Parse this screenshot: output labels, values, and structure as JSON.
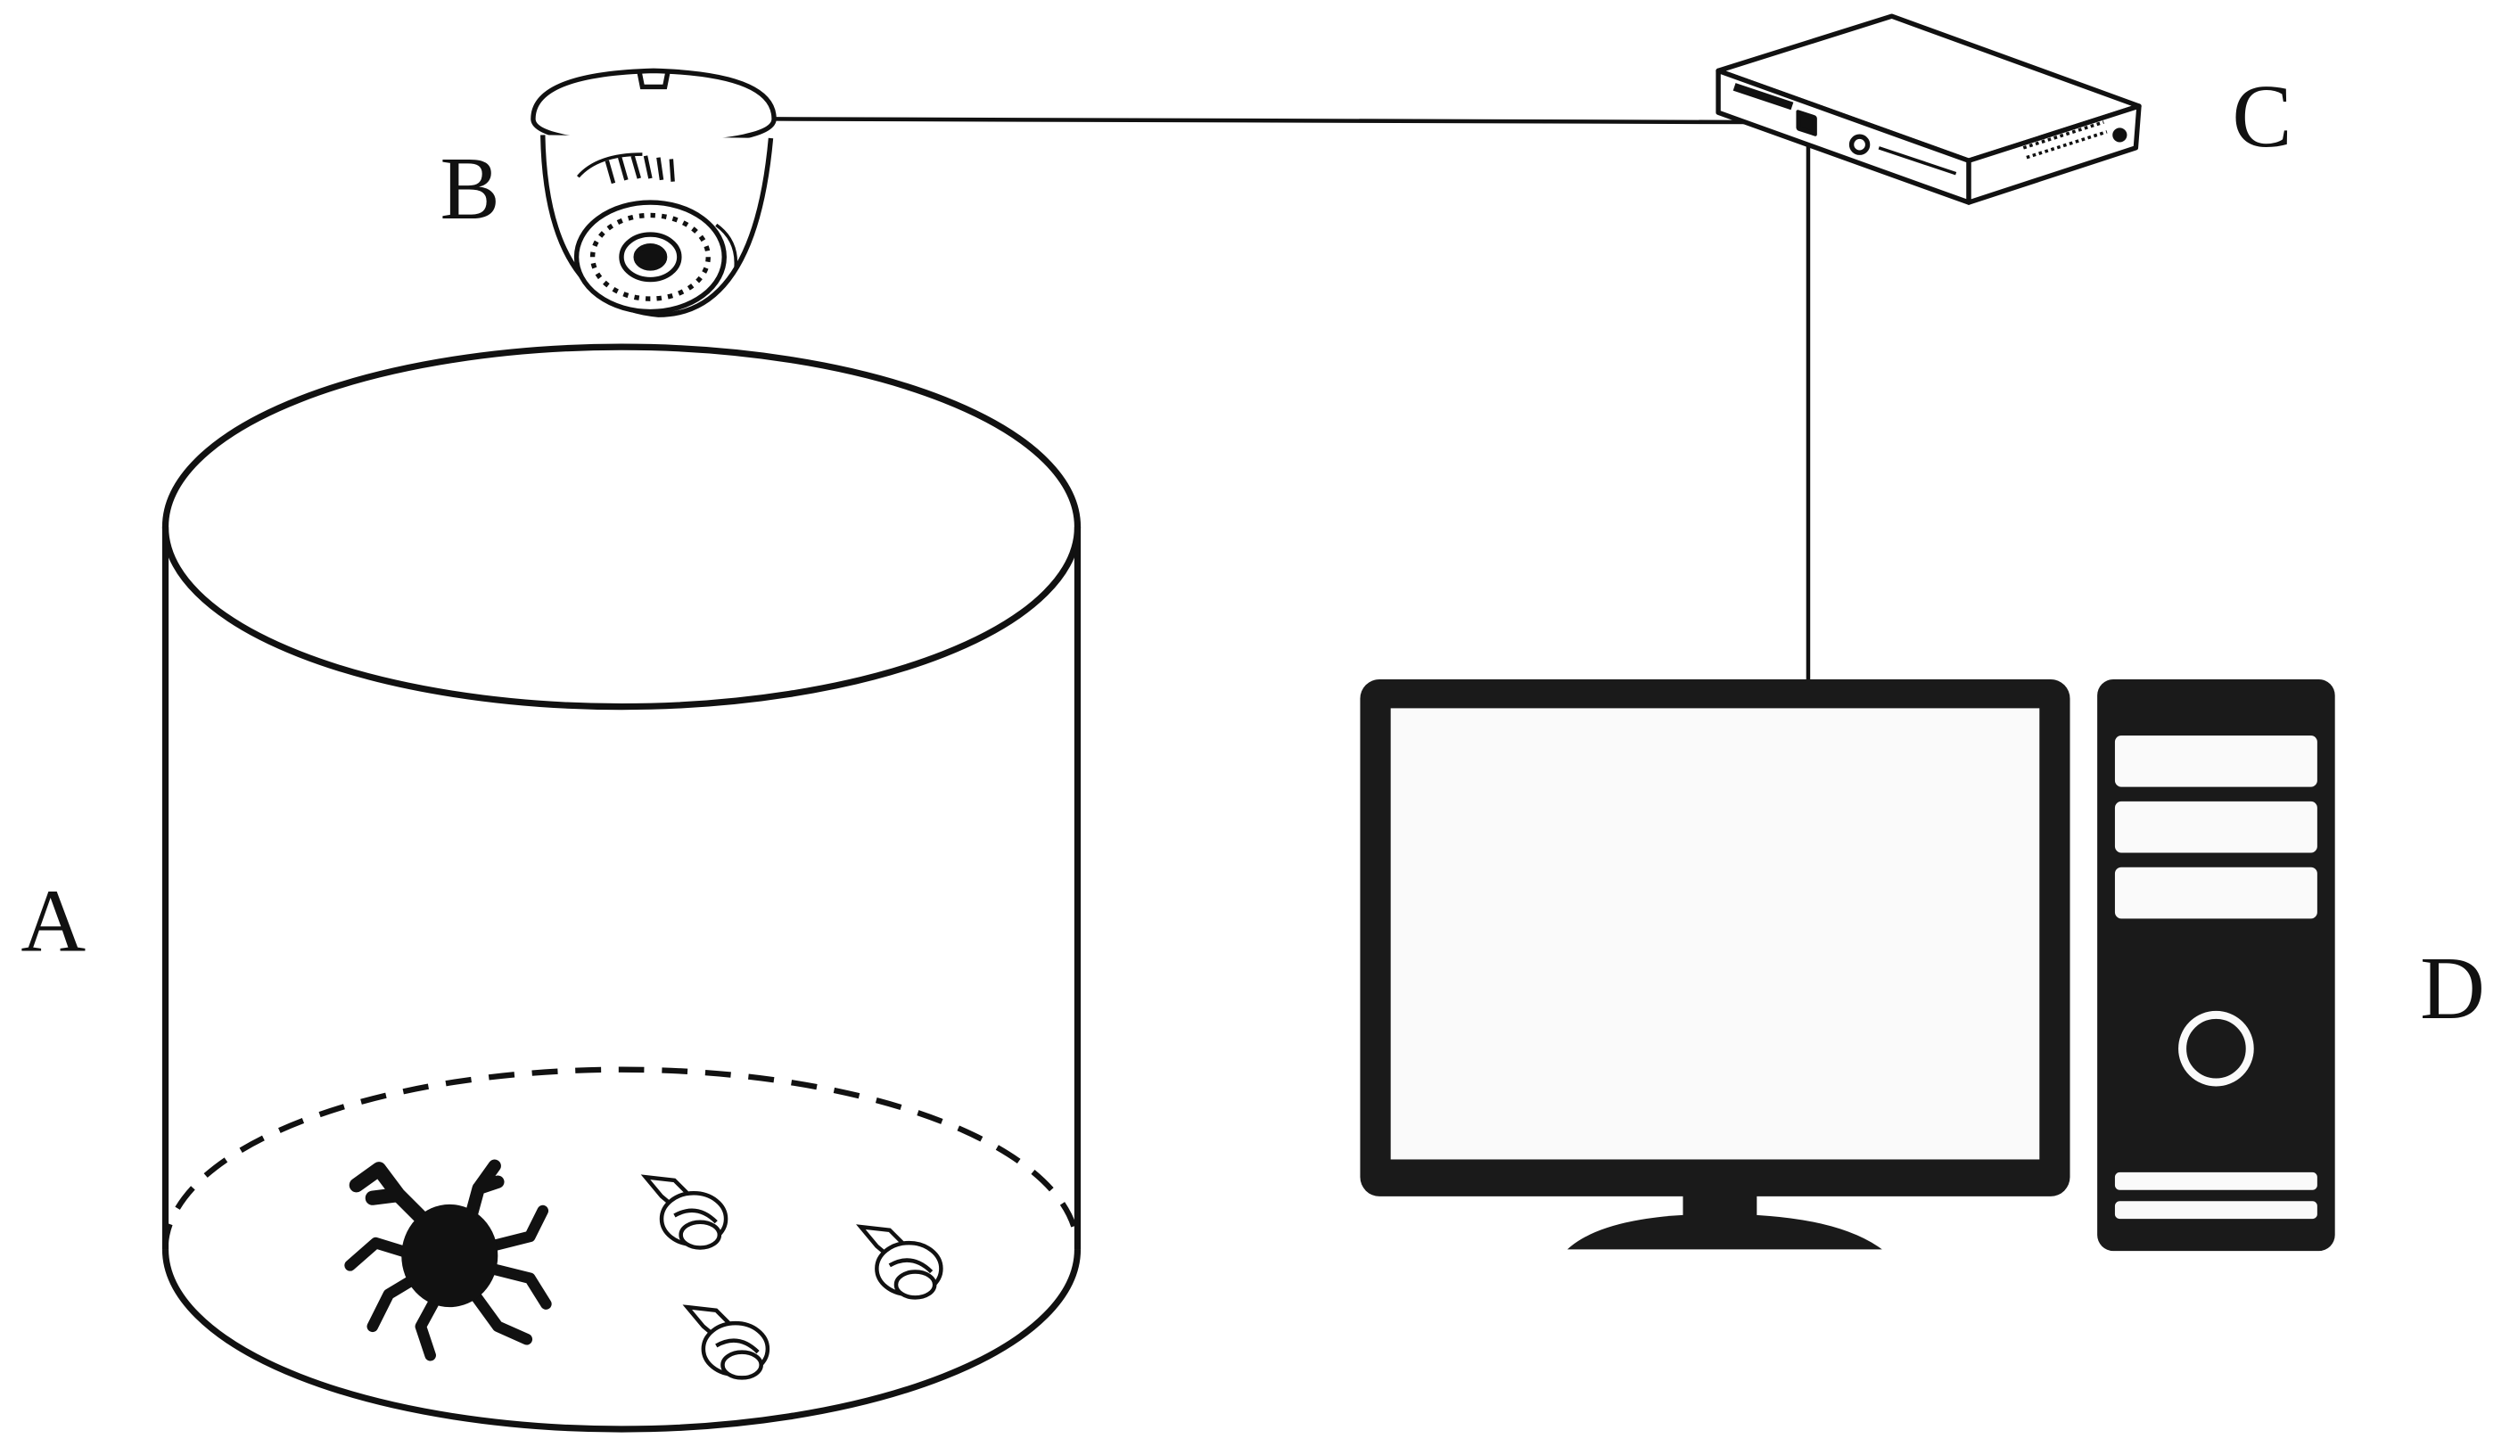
{
  "labels": {
    "tank": "A",
    "camera": "B",
    "recorder": "C",
    "computer": "D"
  },
  "icons": {
    "tank": "cylinder-tank-icon",
    "camera": "dome-camera-icon",
    "recorder": "network-video-recorder-icon",
    "monitor": "monitor-icon",
    "tower": "desktop-tower-icon",
    "crab": "crab-icon",
    "snail": "snail-icon"
  },
  "colors": {
    "line": "#111111",
    "background": "#ffffff",
    "device_fill": "#1a1a1a",
    "screen_fill": "#fafafa"
  }
}
